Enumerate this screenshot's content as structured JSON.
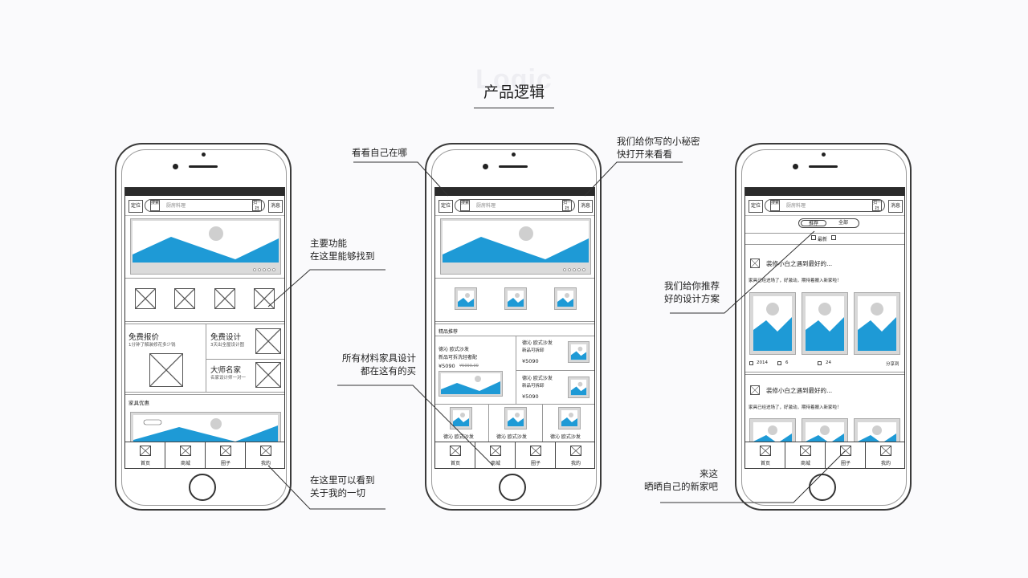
{
  "header": {
    "ghost": "Logic",
    "title": "产品逻辑"
  },
  "colors": {
    "accent": "#1e9ad6",
    "placeholder": "#cfcfcf",
    "line": "#333333"
  },
  "top_bar": {
    "left_btn": "定位",
    "search_btn": "搜索",
    "search_placeholder": "厨房料理",
    "scan_btn": "扫一扫",
    "right_btn": "消息"
  },
  "tabbar": [
    "首页",
    "商城",
    "圈子",
    "我的"
  ],
  "phone1": {
    "card_free_quote": {
      "title": "免费报价",
      "desc": "1分钟了解装修花多少钱"
    },
    "card_free_design": {
      "title": "免费设计",
      "desc": "3天出全屋设计图"
    },
    "card_master": {
      "title": "大师名家",
      "desc": "名家设计师一对一"
    },
    "section": "家具优惠"
  },
  "phone2": {
    "section": "精品推荐",
    "left_title": "德沁 欧式沙发",
    "left_sub": "新品可拆洗轻奢配",
    "left_price": "¥5090",
    "left_old": "¥5090.00",
    "items": [
      {
        "name": "德沁 欧式沙发",
        "sub": "新品可拆卸",
        "price": "¥5090"
      },
      {
        "name": "德沁 欧式沙发",
        "sub": "新品可拆卸",
        "price": "¥5090"
      }
    ],
    "bottom_items": [
      "德沁 欧式沙发",
      "德沁 欧式沙发",
      "德沁 欧式沙发"
    ]
  },
  "phone3": {
    "tab_recommend": "推荐",
    "tab_all": "全部",
    "tab_latest": "最新",
    "post1_title": "装修小白之遇到最好的...",
    "post1_desc": "家具已经进场了，好激动，期待着搬入新家啦！",
    "post1_stats": {
      "year": "2014",
      "comments": "6",
      "likes": "24",
      "more": "分享到"
    },
    "post2_title": "装修小白之遇到最好的...",
    "post2_desc": "家具已经进场了，好激动，期待着搬入新家啦！"
  },
  "annotations": {
    "main_func": [
      "主要功能",
      "在这里能够找到"
    ],
    "about_me": [
      "在这里可以看到",
      "关于我的一切"
    ],
    "look_self": "看看自己在哪",
    "secret": [
      "我们给你写的小秘密",
      "快打开来看看"
    ],
    "materials": [
      "所有材料家具设计",
      "都在这有的买"
    ],
    "recommend": [
      "我们给你推荐",
      "好的设计方案"
    ],
    "come": [
      "来这",
      "晒晒自己的新家吧"
    ]
  }
}
